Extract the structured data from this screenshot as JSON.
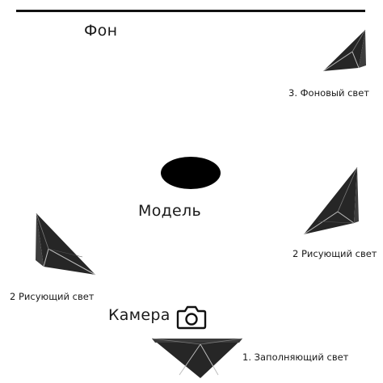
{
  "diagram": {
    "backdrop_label": "Фон",
    "model_label": "Модель",
    "camera_label": "Камера",
    "lights": {
      "background": "3. Фоновый свет",
      "key_right": "2 Рисующий свет",
      "key_left": "2 Рисующий свет",
      "fill": "1. Заполняющий свет"
    }
  },
  "icons": {
    "camera": "camera-icon",
    "light": "softbox-light-icon"
  },
  "colors": {
    "background": "#ffffff",
    "ink": "#111111",
    "softbox_dark": "#2a2a2a",
    "softbox_edge": "#bcbcbc"
  }
}
